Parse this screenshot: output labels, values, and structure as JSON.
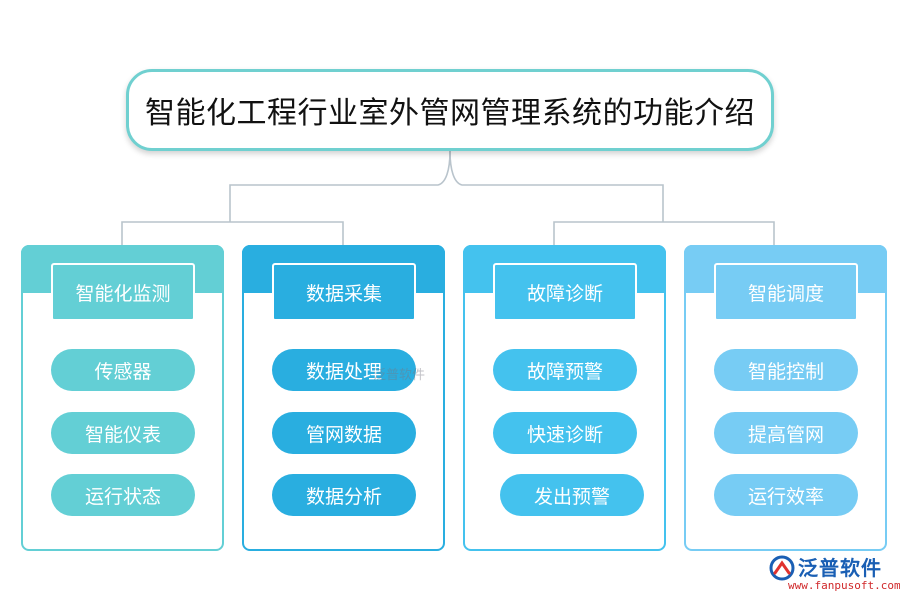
{
  "title": "智能化工程行业室外管网管理系统的功能介绍",
  "columns": [
    {
      "header": "智能化监测",
      "color": "#63cfd5",
      "items": [
        "传感器",
        "智能仪表",
        "运行状态"
      ]
    },
    {
      "header": "数据采集",
      "color": "#29aee0",
      "items": [
        "数据处理",
        "管网数据",
        "数据分析"
      ]
    },
    {
      "header": "故障诊断",
      "color": "#44c2ee",
      "items": [
        "故障预警",
        "快速诊断",
        "发出预警"
      ]
    },
    {
      "header": "智能调度",
      "color": "#77ccf4",
      "items": [
        "智能控制",
        "提高管网",
        "运行效率"
      ]
    }
  ],
  "connector_color": "#b9c4cc",
  "watermark": "泛普软件",
  "logo": {
    "name": "泛普软件",
    "url": "www.fanpusoft.com"
  }
}
